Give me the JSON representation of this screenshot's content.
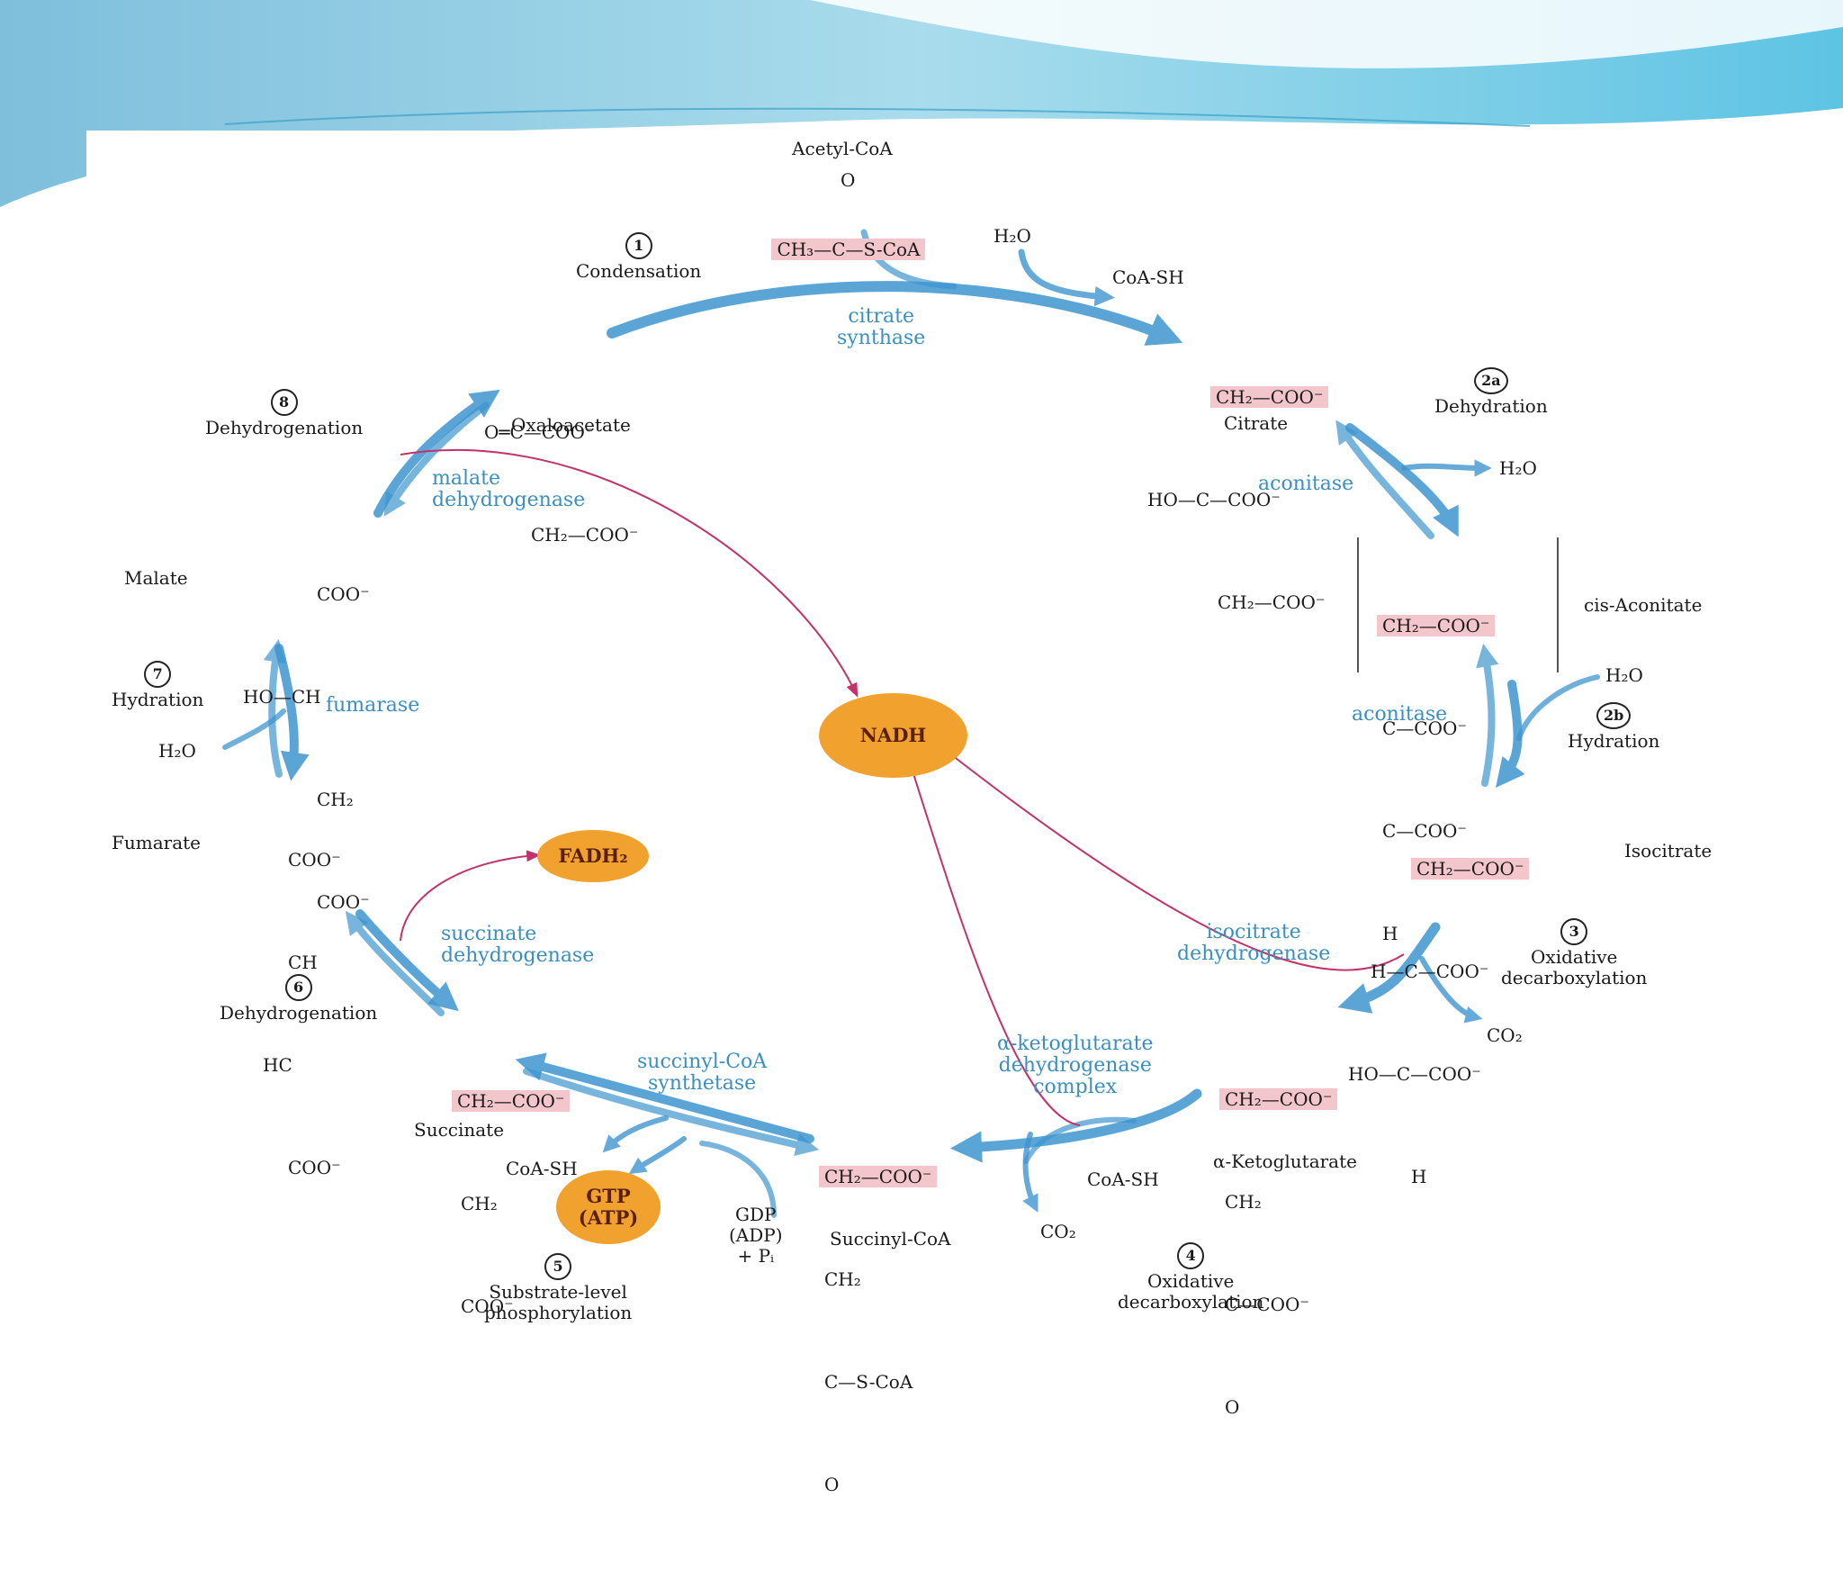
{
  "molecules": {
    "acetyl_coa": {
      "name": "Acetyl-CoA",
      "formula": "CH₃—C—S-CoA",
      "o": "O"
    },
    "citrate": {
      "name": "Citrate",
      "l1": "CH₂—COO⁻",
      "l2": "HO—C—COO⁻",
      "l3": "CH₂—COO⁻"
    },
    "cis_aconitate": {
      "name": "cis-Aconitate",
      "l1": "CH₂—COO⁻",
      "l2": "C—COO⁻",
      "l3": "C—COO⁻",
      "l4": "H"
    },
    "isocitrate": {
      "name": "Isocitrate",
      "l1": "CH₂—COO⁻",
      "l2": "H—C—COO⁻",
      "l3": "HO—C—COO⁻",
      "l4": "H"
    },
    "alpha_ketoglutarate": {
      "name": "α-Ketoglutarate",
      "l1": "CH₂—COO⁻",
      "l2": "CH₂",
      "l3": "C—COO⁻",
      "l4": "O"
    },
    "succinyl_coa": {
      "name": "Succinyl-CoA",
      "l1": "CH₂—COO⁻",
      "l2": "CH₂",
      "l3": "C—S-CoA",
      "l4": "O"
    },
    "succinate": {
      "name": "Succinate",
      "l1": "CH₂—COO⁻",
      "l2": "CH₂",
      "l3": "COO⁻"
    },
    "fumarate": {
      "name": "Fumarate",
      "l1": "COO⁻",
      "l2": "CH",
      "l3": "HC",
      "l4": "COO⁻"
    },
    "malate": {
      "name": "Malate",
      "l1": "COO⁻",
      "l2": "HO—CH",
      "l3": "CH₂",
      "l4": "COO⁻"
    },
    "oxaloacetate": {
      "name": "Oxaloacetate",
      "l1": "O═C—COO⁻",
      "l2": "CH₂—COO⁻"
    }
  },
  "enzymes": {
    "citrate_synthase": "citrate\nsynthase",
    "aconitase_1": "aconitase",
    "aconitase_2": "aconitase",
    "isocitrate_dh": "isocitrate\ndehydrogenase",
    "akg_dh": "α-ketoglutarate\ndehydrogenase\ncomplex",
    "succinyl_coa_synthetase": "succinyl-CoA\nsynthetase",
    "succinate_dh": "succinate\ndehydrogenase",
    "fumarase": "fumarase",
    "malate_dh": "malate\ndehydrogenase"
  },
  "steps": {
    "s1": {
      "num": "1",
      "label": "Condensation"
    },
    "s2a": {
      "num": "2a",
      "label": "Dehydration"
    },
    "s2b": {
      "num": "2b",
      "label": "Hydration"
    },
    "s3": {
      "num": "3",
      "label": "Oxidative\ndecarboxylation"
    },
    "s4": {
      "num": "4",
      "label": "Oxidative\ndecarboxylation"
    },
    "s5": {
      "num": "5",
      "label": "Substrate-level\nphosphorylation"
    },
    "s6": {
      "num": "6",
      "label": "Dehydrogenation"
    },
    "s7": {
      "num": "7",
      "label": "Hydration"
    },
    "s8": {
      "num": "8",
      "label": "Dehydrogenation"
    }
  },
  "small": {
    "h2o_1": "H₂O",
    "coash_1": "CoA-SH",
    "h2o_2a": "H₂O",
    "h2o_2b": "H₂O",
    "co2_3": "CO₂",
    "coash_4": "CoA-SH",
    "co2_4": "CO₂",
    "coash_5": "CoA-SH",
    "gdp": "GDP\n(ADP)\n+ Pᵢ",
    "h2o_7": "H₂O"
  },
  "products": {
    "nadh": "NADH",
    "fadh2": "FADH₂",
    "gtp": "GTP\n(ATP)"
  },
  "colors": {
    "arrow_blue": "#3f96cf",
    "redox_line": "#c2336b",
    "highlight": "#f3c6cb",
    "carrier": "#f0a12e",
    "enzyme_text": "#3a8fbf"
  }
}
